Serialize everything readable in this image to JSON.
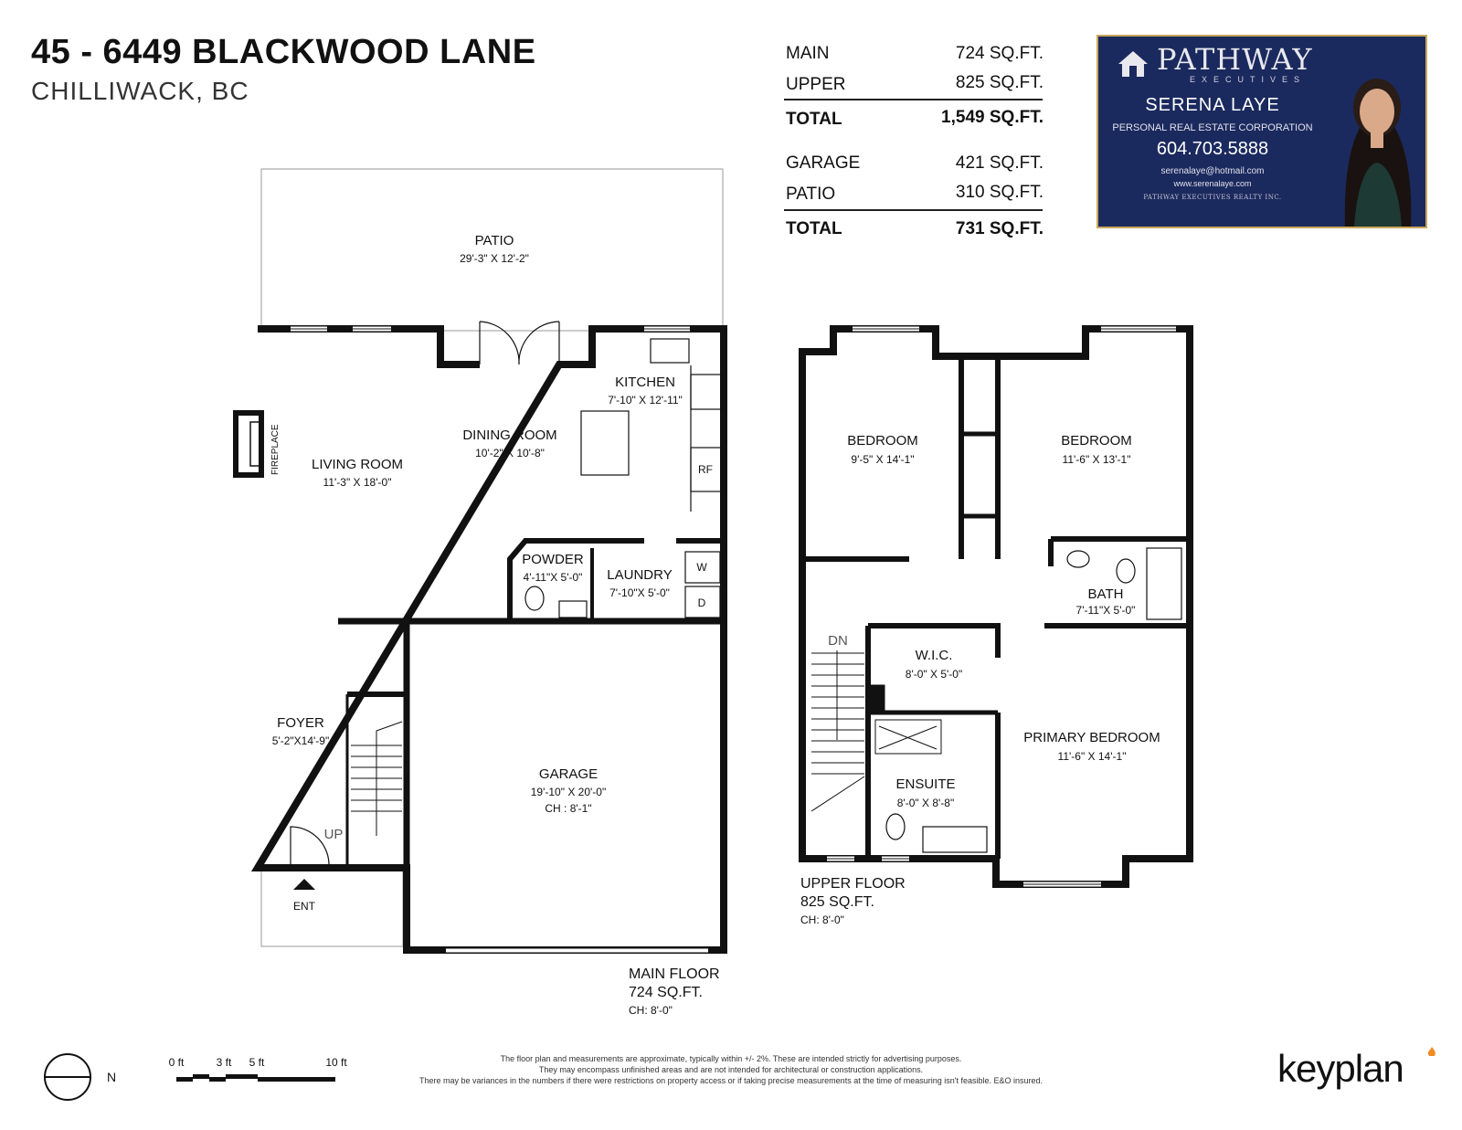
{
  "header": {
    "address": "45 - 6449 BLACKWOOD LANE",
    "city": "CHILLIWACK, BC"
  },
  "areas": {
    "rows1": [
      {
        "label": "MAIN",
        "value": "724 SQ.FT."
      },
      {
        "label": "UPPER",
        "value": "825 SQ.FT."
      }
    ],
    "total1": {
      "label": "TOTAL",
      "value": "1,549 SQ.FT."
    },
    "rows2": [
      {
        "label": "GARAGE",
        "value": "421 SQ.FT."
      },
      {
        "label": "PATIO",
        "value": "310 SQ.FT."
      }
    ],
    "total2": {
      "label": "TOTAL",
      "value": "731 SQ.FT."
    }
  },
  "agent_card": {
    "logo": "PATHWAY",
    "logo_sub": "EXECUTIVES",
    "name": "SERENA LAYE",
    "title": "PERSONAL REAL ESTATE CORPORATION",
    "phone": "604.703.5888",
    "email": "serenalaye@hotmail.com",
    "website": "www.serenalaye.com",
    "company": "PATHWAY EXECUTIVES REALTY INC.",
    "colors": {
      "background": "#1b2a5e",
      "border": "#c8a85a"
    }
  },
  "main_floor": {
    "rooms": [
      {
        "name": "PATIO",
        "dims": "29'-3\" X 12'-2\""
      },
      {
        "name": "KITCHEN",
        "dims": "7'-10\" X 12'-11\""
      },
      {
        "name": "DINING ROOM",
        "dims": "10'-2\" X 10'-8\""
      },
      {
        "name": "LIVING ROOM",
        "dims": "11'-3\" X 18'-0\""
      },
      {
        "name": "POWDER",
        "dims": "4'-11\"X 5'-0\""
      },
      {
        "name": "LAUNDRY",
        "dims": "7'-10\"X 5'-0\""
      },
      {
        "name": "FOYER",
        "dims": "5'-2\"X14'-9\""
      },
      {
        "name": "GARAGE",
        "dims": "19'-10\" X 20'-0\"",
        "extra": "CH : 8'-1\""
      }
    ],
    "labels": {
      "fireplace": "FIREPLACE",
      "rf": "RF",
      "w": "W",
      "d": "D",
      "up": "UP",
      "ent": "ENT"
    },
    "title": "MAIN FLOOR",
    "area": "724 SQ.FT.",
    "ceiling": "CH: 8'-0\""
  },
  "upper_floor": {
    "rooms": [
      {
        "name": "BEDROOM",
        "dims": "9'-5\" X 14'-1\""
      },
      {
        "name": "BEDROOM",
        "dims": "11'-6\" X 13'-1\""
      },
      {
        "name": "BATH",
        "dims": "7'-11\"X 5'-0\""
      },
      {
        "name": "W.I.C.",
        "dims": "8'-0\" X 5'-0\""
      },
      {
        "name": "PRIMARY BEDROOM",
        "dims": "11'-6\" X 14'-1\""
      },
      {
        "name": "ENSUITE",
        "dims": "8'-0\" X 8'-8\""
      }
    ],
    "labels": {
      "dn": "DN"
    },
    "title": "UPPER FLOOR",
    "area": "825 SQ.FT.",
    "ceiling": "CH: 8'-0\""
  },
  "legend": {
    "north": "N",
    "scale_labels": [
      "0 ft",
      "3 ft",
      "5 ft",
      "10 ft"
    ]
  },
  "disclaimer": [
    "The floor plan and measurements are approximate, typically within +/- 2%. These are intended strictly for advertising purposes.",
    "They may encompass unfinished areas and are not intended for architectural or construction applications.",
    "There may be variances in the numbers if there were restrictions on property access or if taking precise measurements at the time of measuring isn't feasible. E&O insured."
  ],
  "brand": {
    "name": "keyplan",
    "accent": "#f08a24"
  }
}
